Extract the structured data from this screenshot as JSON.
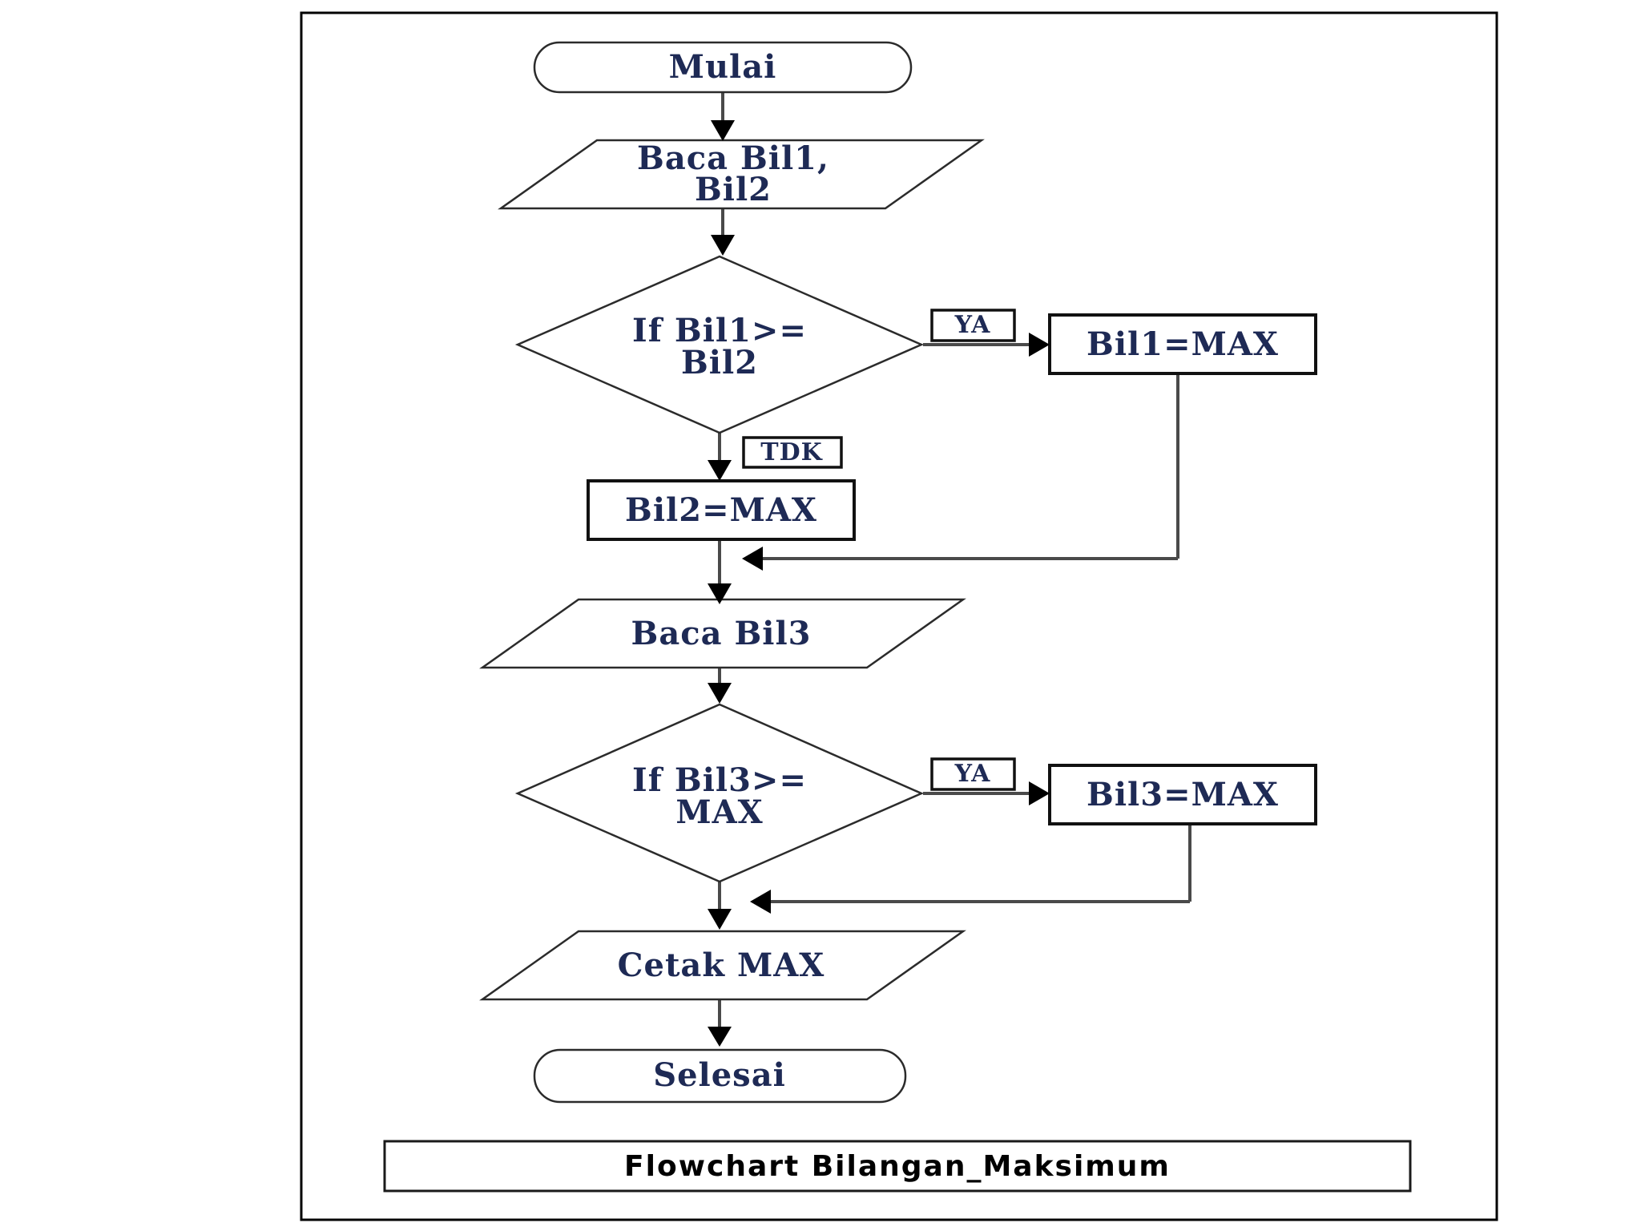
{
  "diagram": {
    "caption": "Flowchart Bilangan_Maksimum",
    "nodes": {
      "start": {
        "type": "terminator",
        "label": "Mulai"
      },
      "io1": {
        "type": "input",
        "line1": "Baca Bil1,",
        "line2": "Bil2"
      },
      "decision1": {
        "type": "decision",
        "line1": "If Bil1>=",
        "line2": "Bil2"
      },
      "process1": {
        "type": "process",
        "label": "Bil1=MAX"
      },
      "process2": {
        "type": "process",
        "label": "Bil2=MAX"
      },
      "io2": {
        "type": "input",
        "label": "Baca Bil3"
      },
      "decision2": {
        "type": "decision",
        "line1": "If Bil3>=",
        "line2": "MAX"
      },
      "process3": {
        "type": "process",
        "label": "Bil3=MAX"
      },
      "io3": {
        "type": "output",
        "label": "Cetak MAX"
      },
      "end": {
        "type": "terminator",
        "label": "Selesai"
      }
    },
    "edge_labels": {
      "decision1_yes": "YA",
      "decision1_no": "TDK",
      "decision2_yes": "YA"
    },
    "colors": {
      "node_text": "#1e2a55",
      "caption_text": "#000000",
      "line": "#4a4a4a",
      "shape_border": "#2b2b2b",
      "arrow_head": "#000000",
      "background": "#ffffff"
    }
  }
}
